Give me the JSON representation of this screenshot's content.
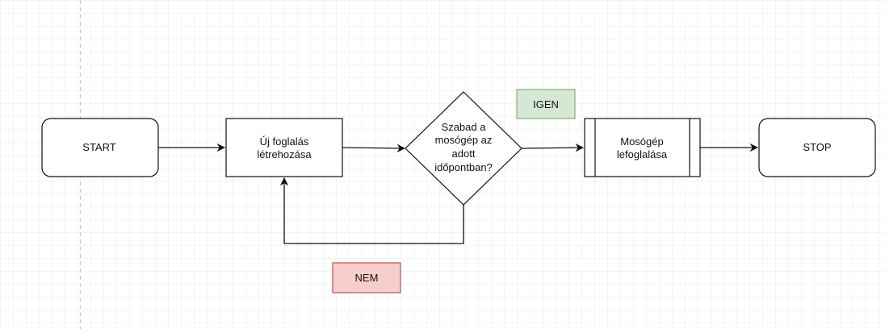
{
  "diagram": {
    "nodes": {
      "start": {
        "label": "START"
      },
      "create_booking": {
        "lines": [
          "Új foglalás",
          "létrehozása"
        ]
      },
      "decision": {
        "lines": [
          "Szabad a",
          "mosógép az",
          "adott",
          "időpontban?"
        ]
      },
      "reserve": {
        "lines": [
          "Mosógép",
          "lefoglalása"
        ]
      },
      "stop": {
        "label": "STOP"
      }
    },
    "labels": {
      "yes": {
        "text": "IGEN",
        "fill": "#d5e8d4",
        "stroke": "#82b366"
      },
      "no": {
        "text": "NEM",
        "fill": "#f8cecc",
        "stroke": "#b85450"
      }
    },
    "colors": {
      "line": "#111111",
      "grid": "#e9e9e9",
      "guide": "#c8c8c8"
    }
  }
}
